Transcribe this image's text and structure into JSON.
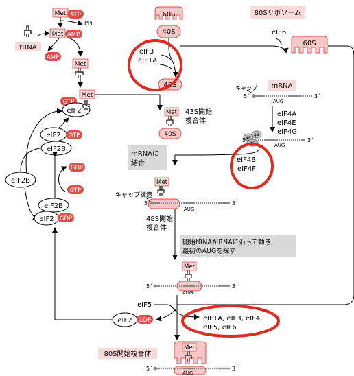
{
  "labels": {
    "met": "Met",
    "atp": "ATP",
    "ppi": "PPi",
    "amp": "AMP",
    "trna": "tRNA",
    "gtp": "GTP",
    "gdp": "GDP",
    "eif2": "eIF2",
    "eif2b": "eIF2B",
    "ribo_80s": "80Sリボソーム",
    "s60": "60S",
    "s40": "40S",
    "eif3": "eIF3",
    "eif1a": "eIF1A",
    "eif6": "eIF6",
    "cap": "キャップ",
    "mrna": "mRNA",
    "five": "5´",
    "three": "3´",
    "aug": "AUG",
    "eif4a": "eIF4A",
    "eif4e": "eIF4E",
    "eif4g": "eIF4G",
    "tag_4a": "4A",
    "tag_4e": "4E",
    "tag_4g": "4G",
    "complex_43s_1": "43S開始",
    "complex_43s_2": "複合体",
    "mrna_bind_1": "mRNAに",
    "mrna_bind_2": "結合",
    "eif4b": "eIF4B",
    "eif4f": "eIF4F",
    "cap_structure": "キャップ構造",
    "complex_48s_1": "48S開始",
    "complex_48s_2": "複合体",
    "scan_1": "開始tRNAがRNAに沿って動き,",
    "scan_2": "最初のAUGを探す",
    "eif5": "eIF5",
    "release_1": "eIF1A, eIF3, eIF4,",
    "release_2": "eIF5, eIF6",
    "complex_80s": "80S開始複合体"
  },
  "colors": {
    "ribosome_fill": "#f4c8c6",
    "ribosome_stroke": "#d9534f",
    "pill_red": "#e0504a",
    "met_box": "#f8d8d6",
    "label_bg": "#f9dada",
    "grey_box": "#d9d9d9",
    "mrna": "#8c8c8c",
    "circle": "#e02a1e",
    "arrow": "#000000"
  }
}
